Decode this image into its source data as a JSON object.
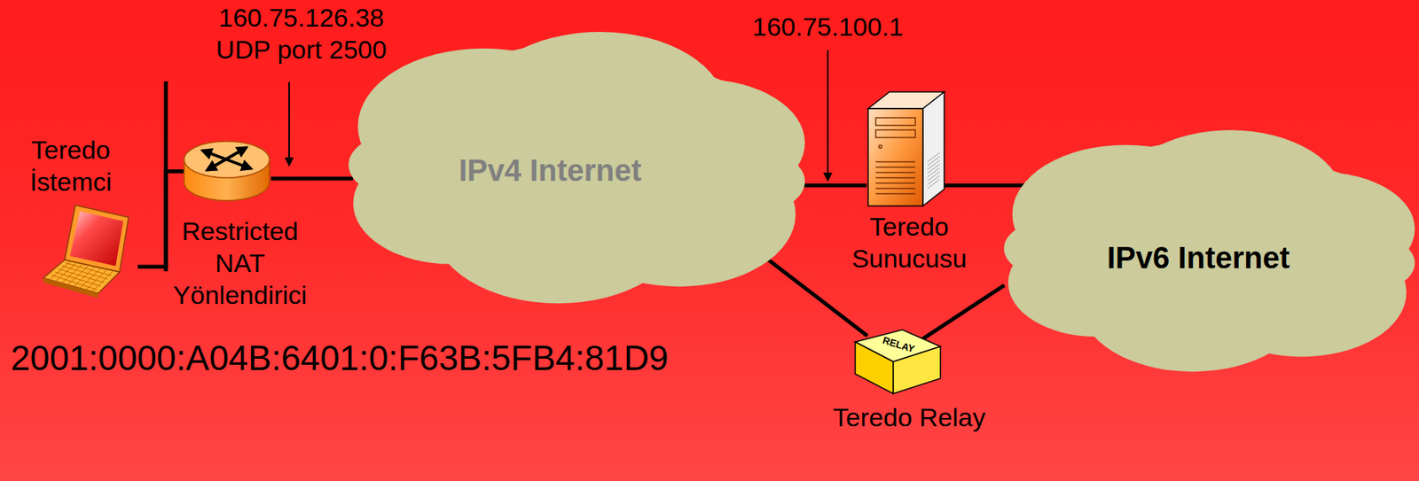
{
  "diagram": {
    "nodes": [
      {
        "text": [
          "Teredo İstemci"
        ]
      },
      {
        "text": [
          "Restricted NAT Yönlendirici"
        ]
      },
      {
        "text": [
          "IPv4 Internet"
        ]
      },
      {
        "text": [
          "Teredo Sunucusu"
        ]
      },
      {
        "text": [
          "IPv6 Internet"
        ]
      },
      {
        "text": [
          "RELAY",
          "Teredo Relay"
        ]
      }
    ],
    "edges": [
      {
        "from": 0,
        "to": 1,
        "arrow": "none"
      },
      {
        "from": 1,
        "to": 2,
        "arrow": "none"
      },
      {
        "from": 2,
        "to": 3,
        "arrow": "none"
      },
      {
        "from": 3,
        "to": 4,
        "arrow": "none"
      },
      {
        "from": 2,
        "to": 5,
        "arrow": "none"
      },
      {
        "from": 5,
        "to": 4,
        "arrow": "none"
      }
    ],
    "labels": [
      "160.75.126.38 UDP port 2500",
      "160.75.100.1",
      "2001:0000:A04B:6401:0:F63B:5FB4:81D9"
    ]
  }
}
